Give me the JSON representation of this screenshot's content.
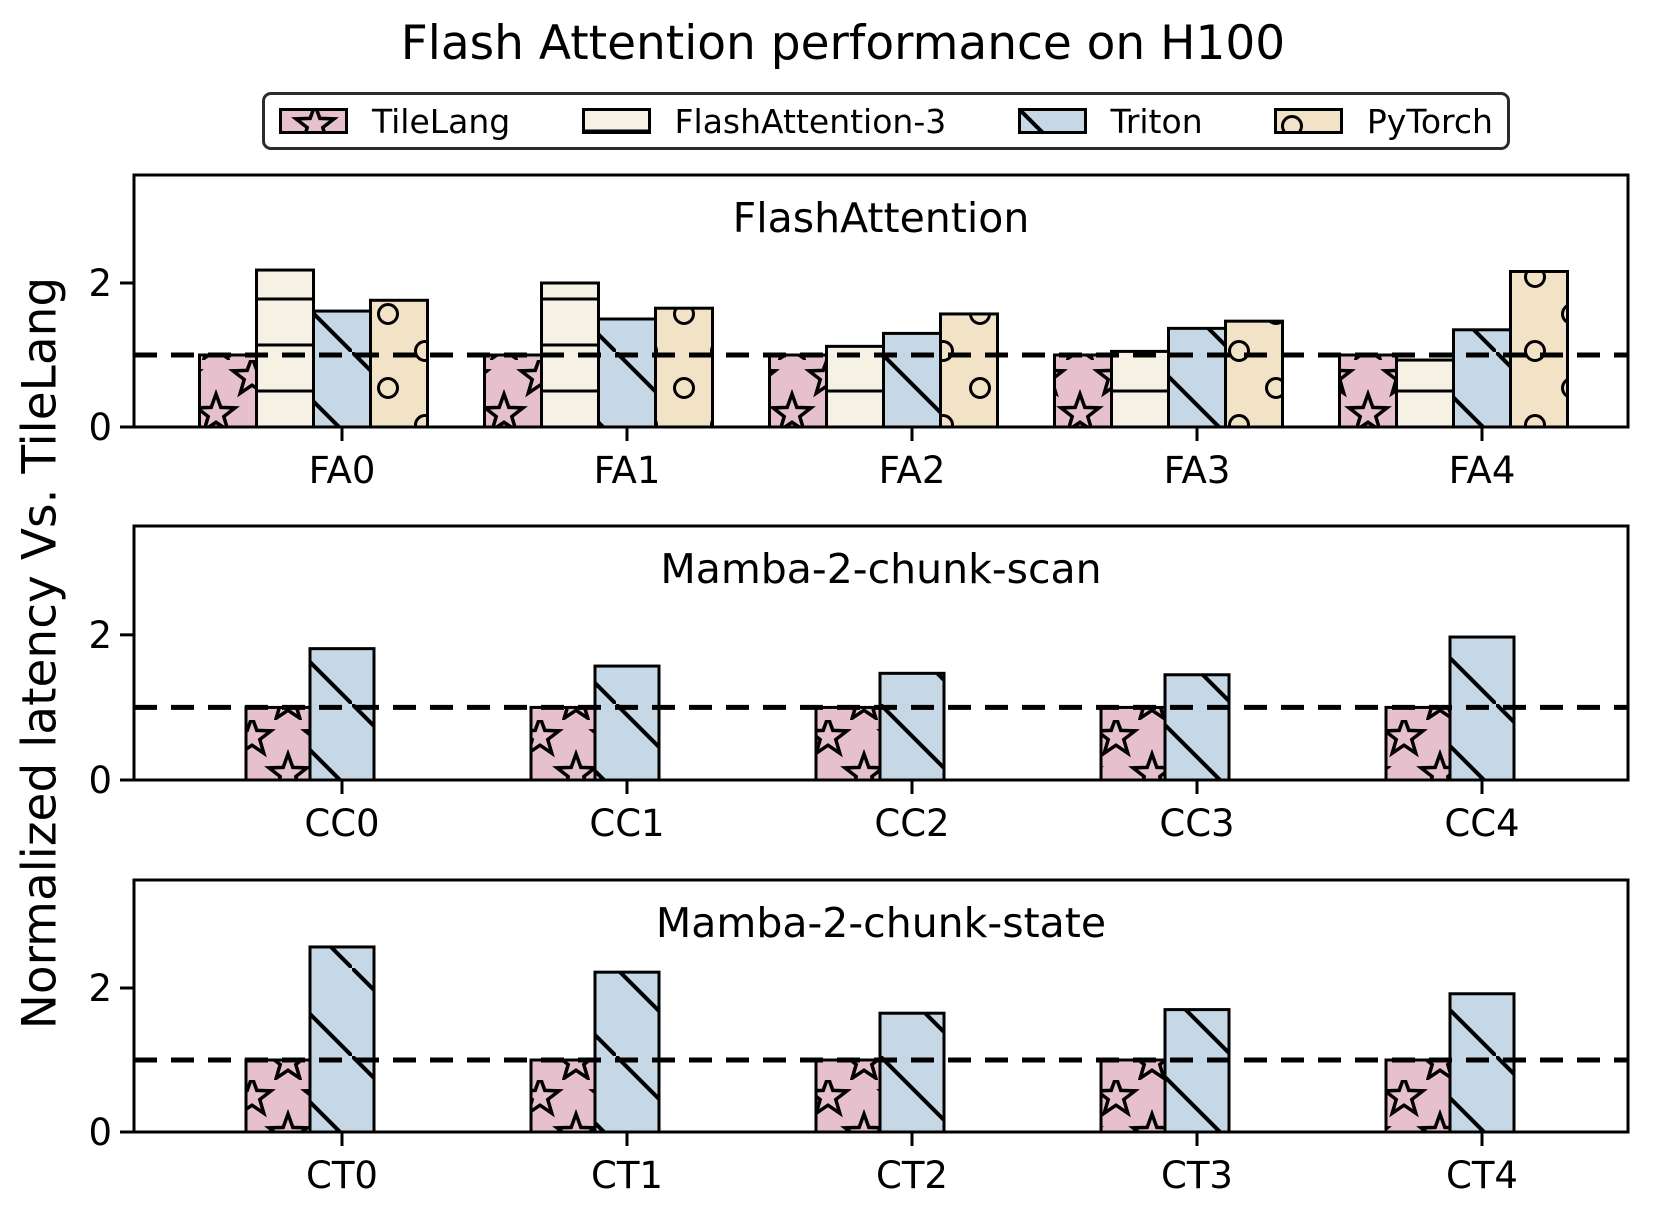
{
  "title": "Flash Attention performance on H100",
  "ylabel": "Normalized latency Vs. TileLang",
  "legend": [
    {
      "label": "TileLang",
      "color": "#e6c0cd",
      "hatch": "stars"
    },
    {
      "label": "FlashAttention-3",
      "color": "#f5f1e5",
      "hatch": "horiz"
    },
    {
      "label": "Triton",
      "color": "#c6d7e6",
      "hatch": "diag"
    },
    {
      "label": "PyTorch",
      "color": "#f2e2c6",
      "hatch": "circles"
    }
  ],
  "chart_data": [
    {
      "type": "bar",
      "panel_title": "FlashAttention",
      "categories": [
        "FA0",
        "FA1",
        "FA2",
        "FA3",
        "FA4"
      ],
      "series": [
        {
          "name": "TileLang",
          "values": [
            1.0,
            1.0,
            1.0,
            1.0,
            1.0
          ]
        },
        {
          "name": "FlashAttention-3",
          "values": [
            2.18,
            2.0,
            1.12,
            1.05,
            0.93
          ]
        },
        {
          "name": "Triton",
          "values": [
            1.61,
            1.5,
            1.3,
            1.37,
            1.35
          ]
        },
        {
          "name": "PyTorch",
          "values": [
            1.76,
            1.65,
            1.57,
            1.47,
            2.16
          ]
        }
      ],
      "ylim": [
        0,
        3.5
      ],
      "yticks": [
        0,
        2
      ],
      "reference_line": 1.0,
      "grid": false
    },
    {
      "type": "bar",
      "panel_title": "Mamba-2-chunk-scan",
      "categories": [
        "CC0",
        "CC1",
        "CC2",
        "CC3",
        "CC4"
      ],
      "series": [
        {
          "name": "TileLang",
          "values": [
            1.0,
            1.0,
            1.0,
            1.0,
            1.0
          ]
        },
        {
          "name": "Triton",
          "values": [
            1.81,
            1.57,
            1.47,
            1.45,
            1.97
          ]
        }
      ],
      "ylim": [
        0,
        3.5
      ],
      "yticks": [
        0,
        2
      ],
      "reference_line": 1.0,
      "grid": false
    },
    {
      "type": "bar",
      "panel_title": "Mamba-2-chunk-state",
      "categories": [
        "CT0",
        "CT1",
        "CT2",
        "CT3",
        "CT4"
      ],
      "series": [
        {
          "name": "TileLang",
          "values": [
            1.0,
            1.0,
            1.0,
            1.0,
            1.0
          ]
        },
        {
          "name": "Triton",
          "values": [
            2.57,
            2.22,
            1.65,
            1.7,
            1.92
          ]
        }
      ],
      "ylim": [
        0,
        3.5
      ],
      "yticks": [
        0,
        2
      ],
      "reference_line": 1.0,
      "grid": false
    }
  ],
  "style": {
    "bar_edge_color": "#000000",
    "reference_line_color": "#000000",
    "axis_color": "#000000"
  }
}
